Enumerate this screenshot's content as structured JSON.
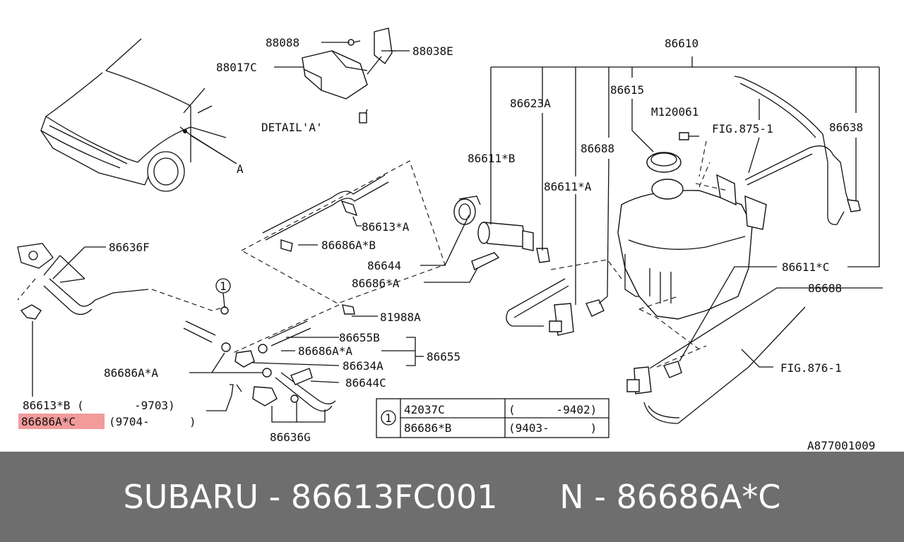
{
  "labels": {
    "p88088": "88088",
    "p88038e": "88038E",
    "p88017c": "88017C",
    "detail_a": "DETAIL'A'",
    "p86610": "86610",
    "p86623a": "86623A",
    "p86615": "86615",
    "m120061": "M120061",
    "fig875": "FIG.875-1",
    "p86638": "86638",
    "p86688a": "86688",
    "p86611b": "86611*B",
    "p86611a": "86611*A",
    "a_mark": "A",
    "p86636f": "86636F",
    "p86613a": "86613*A",
    "p86686ab": "86686A*B",
    "p86644": "86644",
    "p86686a": "86686*A",
    "p86611c": "86611*C",
    "p86688b": "86688",
    "circle1": "1",
    "p81988a": "81988A",
    "p86655b": "86655B",
    "p86686aa_r": "86686A*A",
    "p86655": "86655",
    "p86686aa_l": "86686A*A",
    "p86634a": "86634A",
    "p86644c": "86644C",
    "fig876": "FIG.876-1",
    "p86613b": "86613*B (",
    "r9703": "-9703)",
    "p86686ac": "86686A*C",
    "r9704": "(9704-",
    "r9704_close": ")",
    "p86636g": "86636G",
    "code": "A877001009"
  },
  "table": {
    "circle": "1",
    "rows": [
      {
        "part": "42037C",
        "range": "(      -9402)"
      },
      {
        "part": "86686*B",
        "range": "(9403-      )"
      }
    ]
  },
  "footer": {
    "text": "SUBARU - 86613FC001      N - 86686A*C"
  },
  "highlight_color": "#f08a8a"
}
